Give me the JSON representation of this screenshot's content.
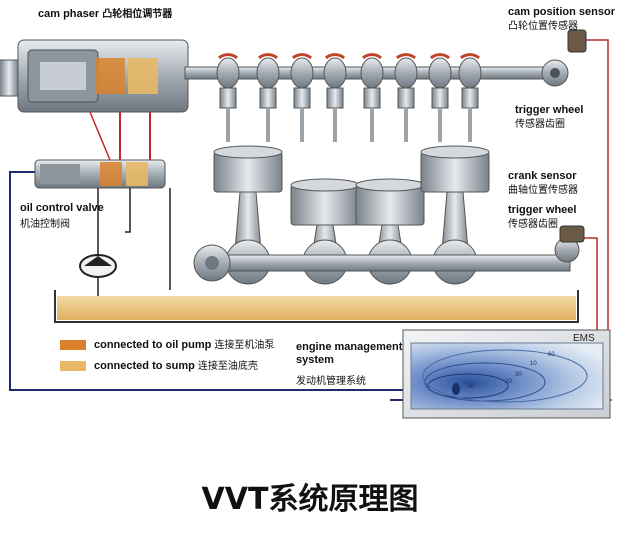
{
  "labels": {
    "cam_phaser_en": "cam phaser",
    "cam_phaser_cn": "凸轮相位调节器",
    "cam_sensor_en": "cam position sensor",
    "cam_sensor_cn": "凸轮位置传感器",
    "trigger_wheel_top_en": "trigger wheel",
    "trigger_wheel_top_cn": "传感器齿圈",
    "crank_sensor_en": "crank sensor",
    "crank_sensor_cn": "曲轴位置传感器",
    "trigger_wheel_bottom_en": "trigger wheel",
    "trigger_wheel_bottom_cn": "传感器齿圈",
    "oil_valve_en": "oil control valve",
    "oil_valve_cn": "机油控制阀",
    "ems_en_1": "engine management",
    "ems_en_2": "system",
    "ems_cn": "发动机管理系统",
    "ems_box": "EMS"
  },
  "legend": [
    {
      "en": "connected to oil pump",
      "cn": "连接至机油泵",
      "color": "#d9822b"
    },
    {
      "en": "connected to sump",
      "cn": "连接至油底壳",
      "color": "#e8b866"
    }
  ],
  "map_labels": [
    "10",
    "20",
    "30",
    "40",
    "60"
  ],
  "caption": "VVT系统原理图",
  "colors": {
    "wire": "#1f2a6b",
    "signal": "#c0282c",
    "oil": "#e9c37a",
    "metal": "#a9b1b8"
  }
}
